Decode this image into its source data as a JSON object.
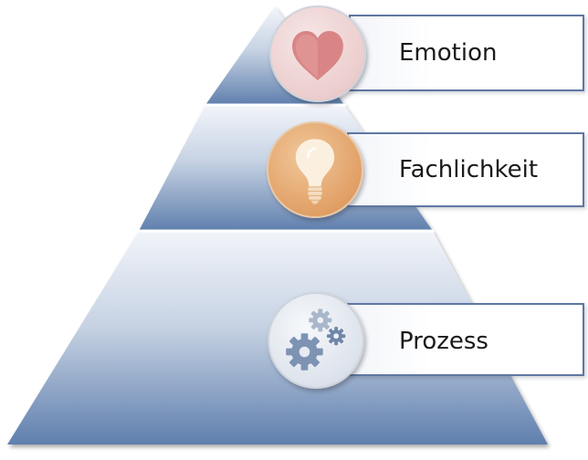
{
  "diagram": {
    "levels": [
      {
        "label": "Emotion",
        "icon": "heart-icon"
      },
      {
        "label": "Fachlichkeit",
        "icon": "lightbulb-icon"
      },
      {
        "label": "Prozess",
        "icon": "gears-icon"
      }
    ],
    "colors": {
      "tier_band_top": "#f2f5fa",
      "tier_band_bottom": "#5f7fad",
      "box_border": "#5f77a3",
      "heart": "#d98585",
      "bulb_circle": "#e1a066",
      "gears": "#7d93b3"
    }
  }
}
